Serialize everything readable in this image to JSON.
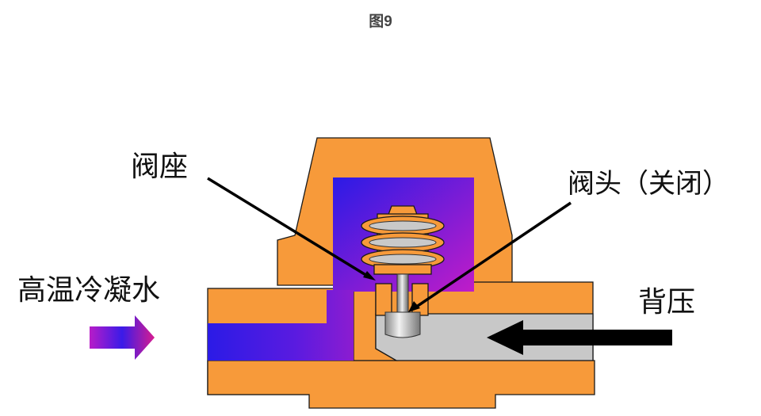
{
  "figure": {
    "title_prefix": "图",
    "title_number": "9"
  },
  "labels": {
    "valve_seat": "阀座",
    "valve_head": "阀头（关闭）",
    "inlet": "高温冷凝水",
    "back_pressure": "背压"
  },
  "colors": {
    "body": "#F79A3A",
    "outline": "#1a1a1a",
    "hot_steam_start": "#2B1BE6",
    "hot_steam_end": "#C01CC8",
    "back_pressure_fluid": "#C6C6C6",
    "arrow": "#000000"
  }
}
